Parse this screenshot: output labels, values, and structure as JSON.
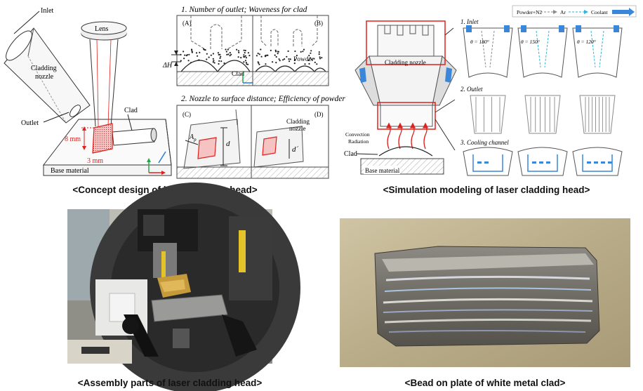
{
  "captions": {
    "concept": "<Concept design of laser cladding head>",
    "simulation": "<Simulation modeling of laser cladding head>",
    "assembly": "<Assembly parts of laser cladding head>",
    "bead": "<Bead on plate of white metal clad>"
  },
  "concept": {
    "labels": {
      "inlet": "Inlet",
      "lens": "Lens",
      "cladding_nozzle": "Cladding\nnozzle",
      "outlet": "Outlet",
      "clad": "Clad",
      "dim_8mm": "8 mm",
      "dim_3mm": "3 mm",
      "base_material": "Base material"
    },
    "section1": {
      "title": "1. Number of outlet; Waveness for clad",
      "a": "(A)",
      "b": "(B)",
      "delta_h": "ΔH",
      "clad": "Clad",
      "powder": "Powder"
    },
    "section2": {
      "title": "2. Nozzle to surface distance; Efficiency of powder",
      "c": "(C)",
      "d_label": "(D)",
      "ap": "A",
      "ap_sub": "p",
      "d": "d",
      "d_prime": "d´",
      "cladding_nozzle": "Cladding\nnozzle"
    }
  },
  "simulation": {
    "legend": {
      "powder": "Powder+N2",
      "ar": "Ar",
      "coolant": "Coolant"
    },
    "cladding_nozzle": "Cladding nozzle",
    "convection": "Convection",
    "radiation": "Radiation",
    "clad": "Clad",
    "base_material": "Base material",
    "inlet_title": "1. Inlet",
    "angles": [
      "θ = 180°",
      "θ = 150°",
      "θ = 120°"
    ],
    "outlet_title": "2. Outlet",
    "cooling_title": "3. Cooling channel"
  },
  "colors": {
    "red": "#e0201c",
    "blue": "#2a7ad6",
    "green": "#2aa44a",
    "coolant": "#3a86d8",
    "ar": "#2ab6d8",
    "powder_arrow": "#8a8a8a"
  }
}
